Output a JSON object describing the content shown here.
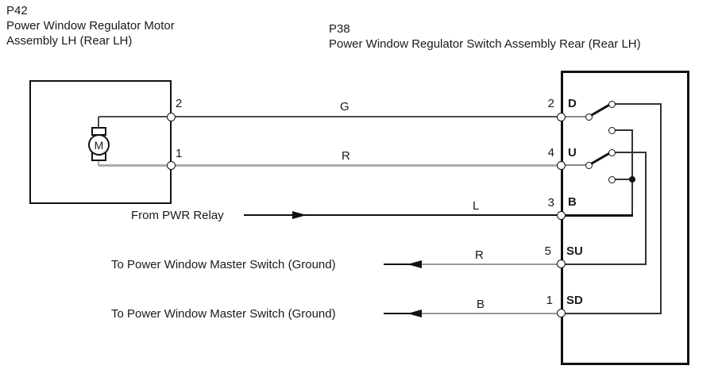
{
  "diagram": {
    "left_connector": {
      "code": "P42",
      "name_line1": "Power Window Regulator Motor",
      "name_line2": "Assembly LH (Rear LH)",
      "motor_symbol": "M",
      "pins": [
        {
          "number": "2"
        },
        {
          "number": "1"
        }
      ]
    },
    "right_connector": {
      "code": "P38",
      "name": "Power Window Regulator Switch Assembly Rear (Rear LH)",
      "pins": [
        {
          "number": "2",
          "terminal": "D"
        },
        {
          "number": "4",
          "terminal": "U"
        },
        {
          "number": "3",
          "terminal": "B"
        },
        {
          "number": "5",
          "terminal": "SU"
        },
        {
          "number": "1",
          "terminal": "SD"
        }
      ]
    },
    "wires": [
      {
        "label": "G"
      },
      {
        "label": "R"
      },
      {
        "label": "L"
      },
      {
        "label": "R"
      },
      {
        "label": "B"
      }
    ],
    "annotations": {
      "pwr_relay": "From PWR Relay",
      "ground_1": "To Power Window Master Switch (Ground)",
      "ground_2": "To Power Window Master Switch (Ground)"
    },
    "colors": {
      "line": "#1a1a1a",
      "wire_dark": "#4d4d4d",
      "wire_light": "#ababab",
      "wire_gray": "#999999"
    }
  }
}
